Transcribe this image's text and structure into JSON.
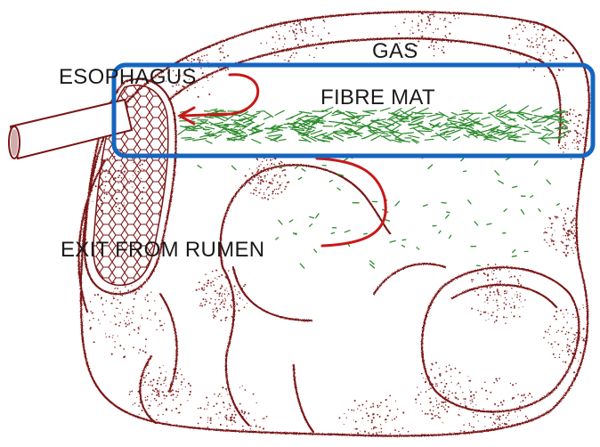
{
  "diagram": {
    "labels": {
      "gas": "GAS",
      "esophagus": "ESOPHAGUS",
      "fibre_mat": "FIBRE MAT",
      "exit_from_rumen": "EXIT FROM RUMEN"
    },
    "colors": {
      "outline": "#7a1414",
      "stipple": "#8a2a2a",
      "arrow": "#c81818",
      "fibre": "#2e8b2e",
      "highlight_box": "#1565c0",
      "text": "#1a1a1a"
    }
  }
}
